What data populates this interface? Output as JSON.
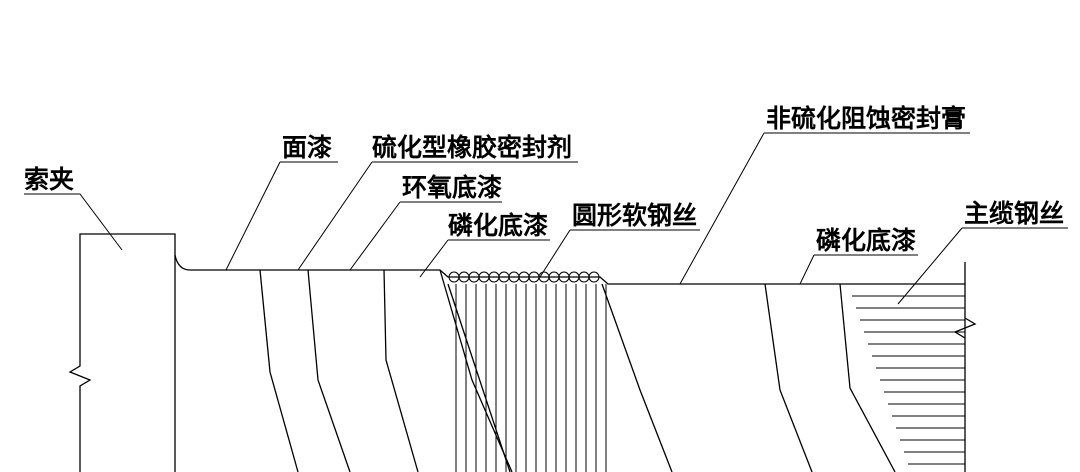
{
  "labels": [
    {
      "id": "cable-clamp",
      "text": "索夹"
    },
    {
      "id": "topcoat",
      "text": "面漆"
    },
    {
      "id": "vulcanized-rubber-sealant",
      "text": "硫化型橡胶密封剂"
    },
    {
      "id": "epoxy-primer",
      "text": "环氧底漆"
    },
    {
      "id": "phosphating-primer-left",
      "text": "磷化底漆"
    },
    {
      "id": "round-soft-steel-wire",
      "text": "圆形软钢丝"
    },
    {
      "id": "non-vulcanized-anticorrosion-sealant",
      "text": "非硫化阻蚀密封膏"
    },
    {
      "id": "phosphating-primer-right",
      "text": "磷化底漆"
    },
    {
      "id": "main-cable-wire",
      "text": "主缆钢丝"
    }
  ]
}
